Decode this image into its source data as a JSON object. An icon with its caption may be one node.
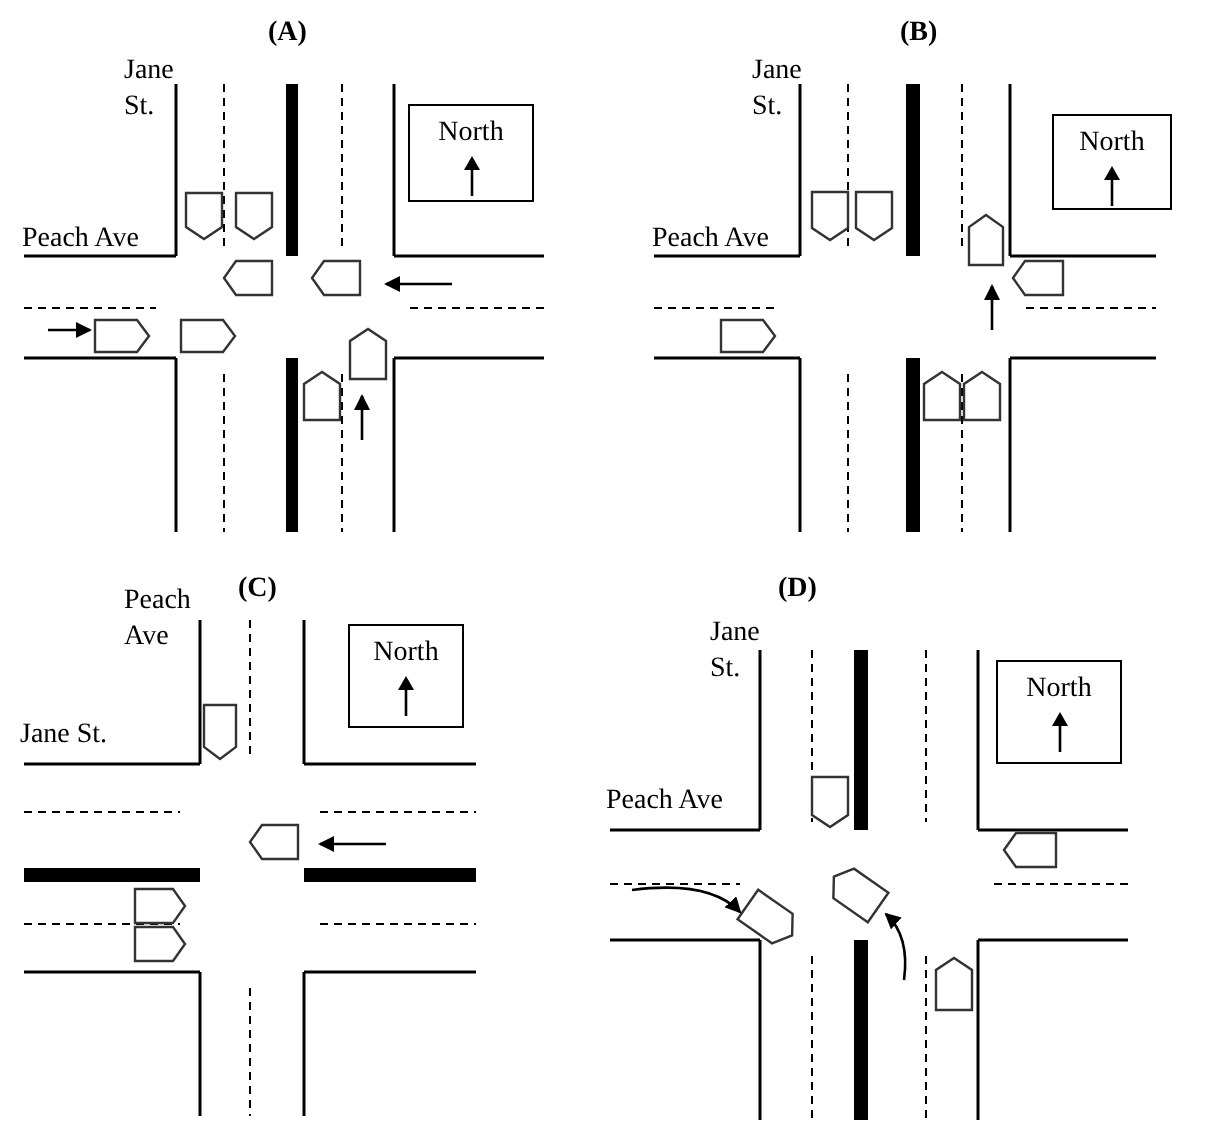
{
  "diagram": {
    "nodes": [
      {
        "text": [
          "North"
        ]
      },
      {
        "text": [
          "North"
        ]
      },
      {
        "text": [
          "North"
        ]
      },
      {
        "text": [
          "North"
        ]
      }
    ],
    "labels": [
      "(A)",
      "Jane St.",
      "Peach Ave",
      "(B)",
      "Jane St.",
      "Peach Ave",
      "(C)",
      "Peach Ave",
      "Jane St.",
      "(D)",
      "Jane St.",
      "Peach Ave"
    ]
  }
}
